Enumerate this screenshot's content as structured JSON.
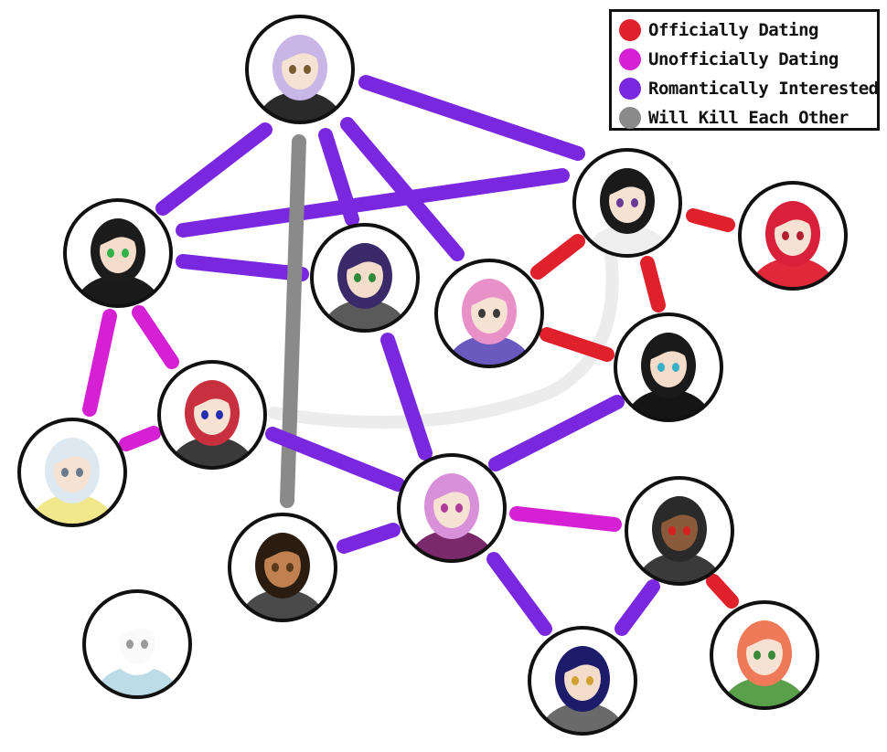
{
  "legend": {
    "items": [
      {
        "label": "Officially Dating",
        "color": "#e0202a"
      },
      {
        "label": "Unofficially Dating",
        "color": "#d620d4"
      },
      {
        "label": "Romantically Interested",
        "color": "#7a28e0"
      },
      {
        "label": "Will Kill Each Other",
        "color": "#8a8a8a"
      }
    ]
  },
  "characters": [
    {
      "id": "lavender-girl",
      "hair": "#c8b6e6",
      "skin": "#f6e2d2",
      "shirt": "#2a2a2a",
      "eye": "#7a5a30"
    },
    {
      "id": "black-teal-girl",
      "hair": "#1c1c1c",
      "skin": "#f4dccb",
      "shirt": "#1a1a1a",
      "eye": "#32b04a"
    },
    {
      "id": "purple-hair-boy",
      "hair": "#3a2a6a",
      "skin": "#f4dccb",
      "shirt": "#5a5a5a",
      "eye": "#2a8a3a"
    },
    {
      "id": "black-white-boy",
      "hair": "#1a1a1a",
      "skin": "#f6e2d2",
      "shirt": "#eeeeee",
      "eye": "#6a3a9a"
    },
    {
      "id": "red-bow-girl",
      "hair": "#d8203a",
      "skin": "#f6e2d2",
      "shirt": "#e0283a",
      "eye": "#b02030"
    },
    {
      "id": "pink-red-girl",
      "hair": "#e890c8",
      "skin": "#f6e2d2",
      "shirt": "#6a5ac0",
      "eye": "#3a3a3a"
    },
    {
      "id": "black-purple-tips",
      "hair": "#1a1a1a",
      "skin": "#f4dccb",
      "shirt": "#151515",
      "eye": "#3ab0c8"
    },
    {
      "id": "red-long-hair",
      "hair": "#c83040",
      "skin": "#f6e2d2",
      "shirt": "#3a3a3a",
      "eye": "#2030b0"
    },
    {
      "id": "white-hair-bow",
      "hair": "#dde8f0",
      "skin": "#f6e2d2",
      "shirt": "#f0e88a",
      "eye": "#6a7a8a"
    },
    {
      "id": "hooded-pink",
      "hair": "#d890d8",
      "skin": "#f6e2d2",
      "shirt": "#7a2a6a",
      "eye": "#b03a9a"
    },
    {
      "id": "dark-skin-eyepatch",
      "hair": "#2a2a2a",
      "skin": "#8a5a3a",
      "shirt": "#3a3a3a",
      "eye": "#d82020"
    },
    {
      "id": "brown-messy-boy",
      "hair": "#2a1c10",
      "skin": "#c08050",
      "shirt": "#4a4a4a",
      "eye": "#5a3a1a"
    },
    {
      "id": "white-cap-sketch",
      "hair": "#ffffff",
      "skin": "#fafafa",
      "shirt": "#bcdde8",
      "eye": "#9a9a9a"
    },
    {
      "id": "blue-hair-boy",
      "hair": "#1c1c6a",
      "skin": "#f4dccb",
      "shirt": "#6a6a6a",
      "eye": "#d0a030"
    },
    {
      "id": "orange-braid-girl",
      "hair": "#ee7a5a",
      "skin": "#f6e2d2",
      "shirt": "#5aa04a",
      "eye": "#3a8a3a"
    }
  ]
}
